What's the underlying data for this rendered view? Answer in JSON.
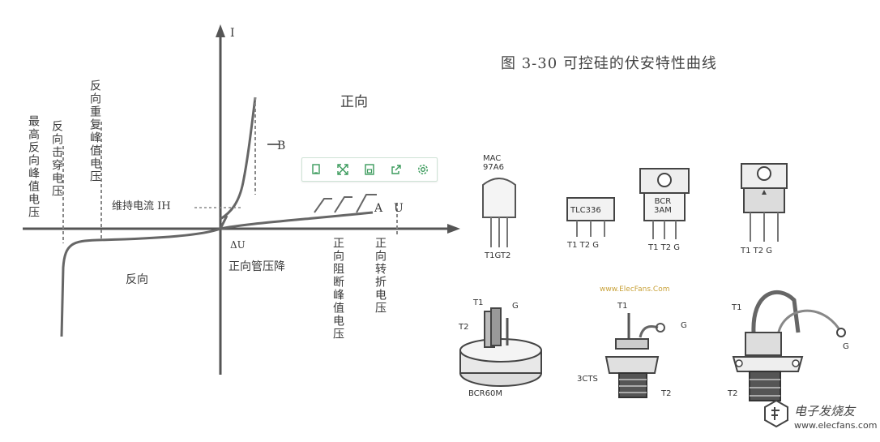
{
  "figure_caption": "图 3-30  可控硅的伏安特性曲线",
  "curve": {
    "axis_i": "I",
    "axis_u": "U",
    "label_B": "B",
    "label_A": "A",
    "label_forward": "正向",
    "label_reverse": "反向",
    "label_hold_current": "维持电流 IH",
    "label_fwd_drop": "正向管压降",
    "label_dU": "ΔU",
    "label_reverse_breakdown": "反向击穿电压",
    "label_reverse_repetitive_peak": "反向重复峰值电压",
    "label_reverse_nonrepetitive_peak": "最高反向峰值电压",
    "label_fwd_blocking_peak": "正向阻断峰值电压",
    "label_fwd_breakover": "正向转折电压"
  },
  "toolbar": {
    "buttons": [
      "copy-icon",
      "expand-icon",
      "save-icon",
      "share-icon",
      "gear-icon"
    ],
    "accent": "#3a9a5b"
  },
  "components": {
    "mac": {
      "part": "MAC\n97A6",
      "pins": "T1GT2"
    },
    "tlc": {
      "part": "TLC336",
      "pins": "T1 T2 G"
    },
    "bcr3am": {
      "part": "BCR\n3AM",
      "pins": "T1 T2 G"
    },
    "to220": {
      "pins": "T1 T2 G"
    },
    "bcr60m": {
      "part": "BCR60M",
      "t1": "T1",
      "t2": "T2",
      "g": "G"
    },
    "stud3": {
      "part": "3CTS",
      "t1": "T1",
      "t2": "T2",
      "g": "G",
      "site": "www.ElecFans.Com"
    },
    "stud4": {
      "t1": "T1",
      "t2": "T2",
      "g": "G"
    }
  },
  "watermark": {
    "cn": "电子发烧友",
    "url": "www.elecfans.com"
  }
}
